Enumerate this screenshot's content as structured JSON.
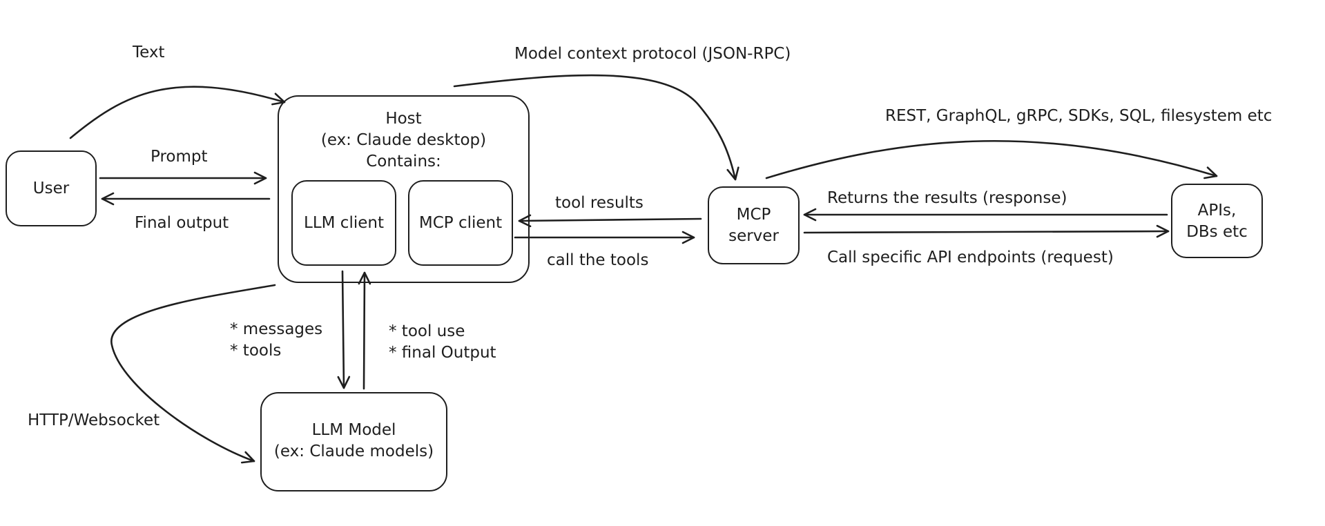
{
  "nodes": {
    "user": "User",
    "host": [
      "Host",
      "(ex: Claude desktop)",
      "Contains:"
    ],
    "llm_client": "LLM client",
    "mcp_client": "MCP client",
    "llm_model": [
      "LLM Model",
      "(ex: Claude models)"
    ],
    "mcp_server": [
      "MCP",
      "server"
    ],
    "apis": [
      "APIs,",
      "DBs etc"
    ]
  },
  "edges": {
    "text": "Text",
    "prompt": "Prompt",
    "final_output": "Final output",
    "model_context_protocol": "Model context protocol (JSON-RPC)",
    "tool_results": "tool results",
    "call_the_tools": "call the tools",
    "rest": "REST, GraphQL, gRPC, SDKs, SQL, filesystem etc",
    "returns_results": "Returns the results (response)",
    "call_api": "Call specific API endpoints (request)",
    "messages_tools": [
      "* messages",
      "* tools"
    ],
    "tool_use_final": [
      "* tool use",
      "* final Output"
    ],
    "http_websocket": "HTTP/Websocket"
  }
}
